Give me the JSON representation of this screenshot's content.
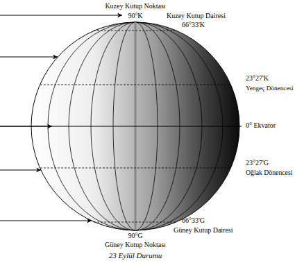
{
  "diagram": {
    "caption": "23 Eylül Durumu",
    "labels": [
      "Kuzey Kutup Noktası",
      "90°K",
      "Kuzey Kutup Dairesi",
      "66°33'K",
      "23°27'K",
      "Yengeç Dönencesi",
      "0° Ekvator",
      "23°27'G",
      "Oğlak Dönencesi",
      "66°33'G",
      "Güney Kutup Dairesi",
      "90°G",
      "Güney Kutup Noktası"
    ]
  }
}
